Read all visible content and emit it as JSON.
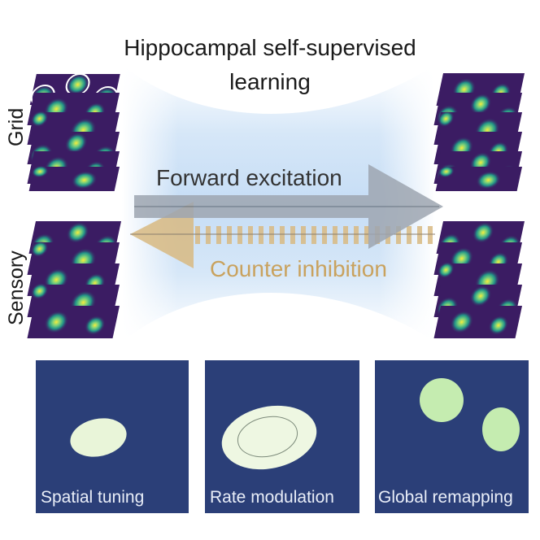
{
  "title": {
    "line1": "Hippocampal self-supervised",
    "line2": "learning"
  },
  "stack_labels": {
    "grid": "Grid",
    "sensory": "Sensory"
  },
  "arrows": {
    "forward": "Forward excitation",
    "counter": "Counter inhibition"
  },
  "panels": [
    {
      "label": "Spatial tuning"
    },
    {
      "label": "Rate modulation"
    },
    {
      "label": "Global remapping"
    }
  ],
  "colors": {
    "panel_bg": "#2b3f78",
    "field_fill": "#e9f5d9",
    "remap_field": "#c5ecb0",
    "forward_arrow": "#9ea6b1",
    "counter_arrow": "#d9ba82",
    "glow": "#cfe3f7",
    "map_bg": "#3b1c63",
    "map_blob": "#f4e840"
  }
}
